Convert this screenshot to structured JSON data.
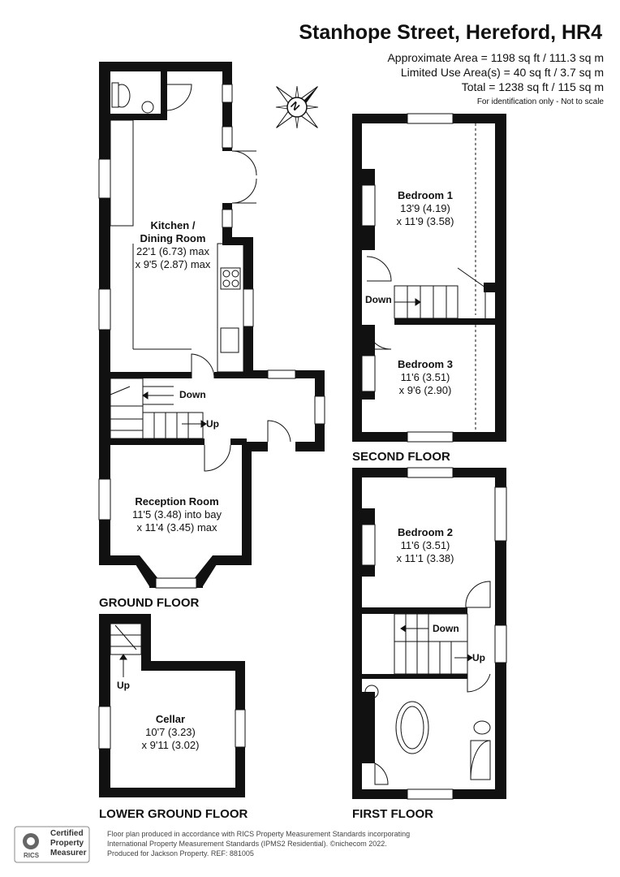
{
  "header": {
    "title": "Stanhope Street, Hereford, HR4",
    "area_lines": [
      "Approximate Area = 1198 sq ft / 111.3 sq m",
      "Limited Use Area(s) = 40 sq ft / 3.7 sq m",
      "Total = 1238 sq ft / 115 sq m"
    ],
    "note": "For identification only - Not to scale"
  },
  "compass": {
    "label": "N"
  },
  "floors": {
    "ground": {
      "label": "GROUND FLOOR",
      "kitchen": {
        "name_line1": "Kitchen /",
        "name_line2": "Dining Room",
        "dim1": "22'1 (6.73) max",
        "dim2": "x 9'5  (2.87) max"
      },
      "reception": {
        "name": "Reception Room",
        "dim1": "11'5 (3.48) into bay",
        "dim2": "x 11'4 (3.45) max"
      },
      "stairs_down": "Down",
      "stairs_up": "Up"
    },
    "second": {
      "label": "SECOND FLOOR",
      "bedroom1": {
        "name": "Bedroom 1",
        "dim1": "13'9 (4.19)",
        "dim2": "x 11'9 (3.58)"
      },
      "bedroom3": {
        "name": "Bedroom 3",
        "dim1": "11'6 (3.51)",
        "dim2": "x 9'6 (2.90)"
      },
      "stairs_down": "Down"
    },
    "first": {
      "label": "FIRST FLOOR",
      "bedroom2": {
        "name": "Bedroom 2",
        "dim1": "11'6 (3.51)",
        "dim2": "x 11'1 (3.38)"
      },
      "stairs_down": "Down",
      "stairs_up": "Up"
    },
    "lower": {
      "label": "LOWER GROUND FLOOR",
      "cellar": {
        "name": "Cellar",
        "dim1": "10'7 (3.23)",
        "dim2": "x 9'11 (3.02)"
      },
      "stairs_up": "Up"
    }
  },
  "footer": {
    "badge_line1": "Certified",
    "badge_line2": "Property",
    "badge_line3": "Measurer",
    "badge_logo": "RICS",
    "text1": "Floor plan produced in accordance with RICS Property Measurement Standards incorporating",
    "text2": "International Property Measurement Standards (IPMS2 Residential).  ©nichecom 2022.",
    "text3": "Produced for Jackson Property.   REF:  881005"
  }
}
